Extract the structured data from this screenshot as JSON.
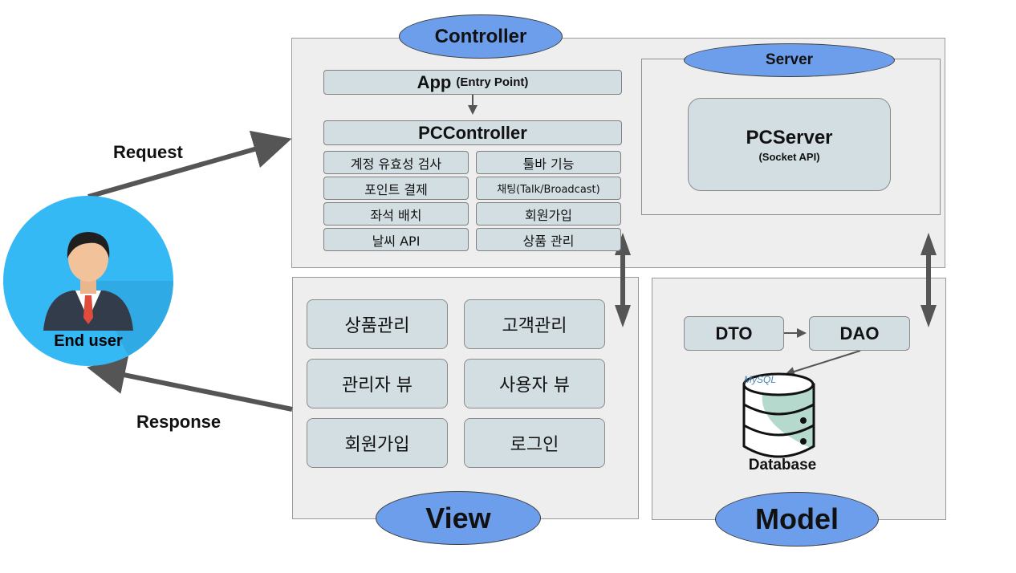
{
  "controller": {
    "title": "Controller",
    "app_main": "App",
    "app_sub": "(Entry Point)",
    "pccontroller": "PCController",
    "features": [
      "계정 유효성 검사",
      "툴바 기능",
      "포인트 결제",
      "채팅(Talk/Broadcast)",
      "좌석 배치",
      "회원가입",
      "날씨 API",
      "상품 관리"
    ]
  },
  "server": {
    "title": "Server",
    "name": "PCServer",
    "sub": "(Socket API)"
  },
  "view": {
    "title": "View",
    "items": [
      "상품관리",
      "고객관리",
      "관리자 뷰",
      "사용자 뷰",
      "회원가입",
      "로그인"
    ]
  },
  "model": {
    "title": "Model",
    "dto": "DTO",
    "dao": "DAO",
    "mysql_logo": "MySQL",
    "database": "Database"
  },
  "user": {
    "label": "End user"
  },
  "flows": {
    "request": "Request",
    "response": "Response"
  },
  "colors": {
    "ellipse": "#6d9eeb",
    "box": "#d3dee3",
    "panel": "#eeeeee",
    "arrow": "#555555",
    "user_circle": "#33b8f5"
  }
}
